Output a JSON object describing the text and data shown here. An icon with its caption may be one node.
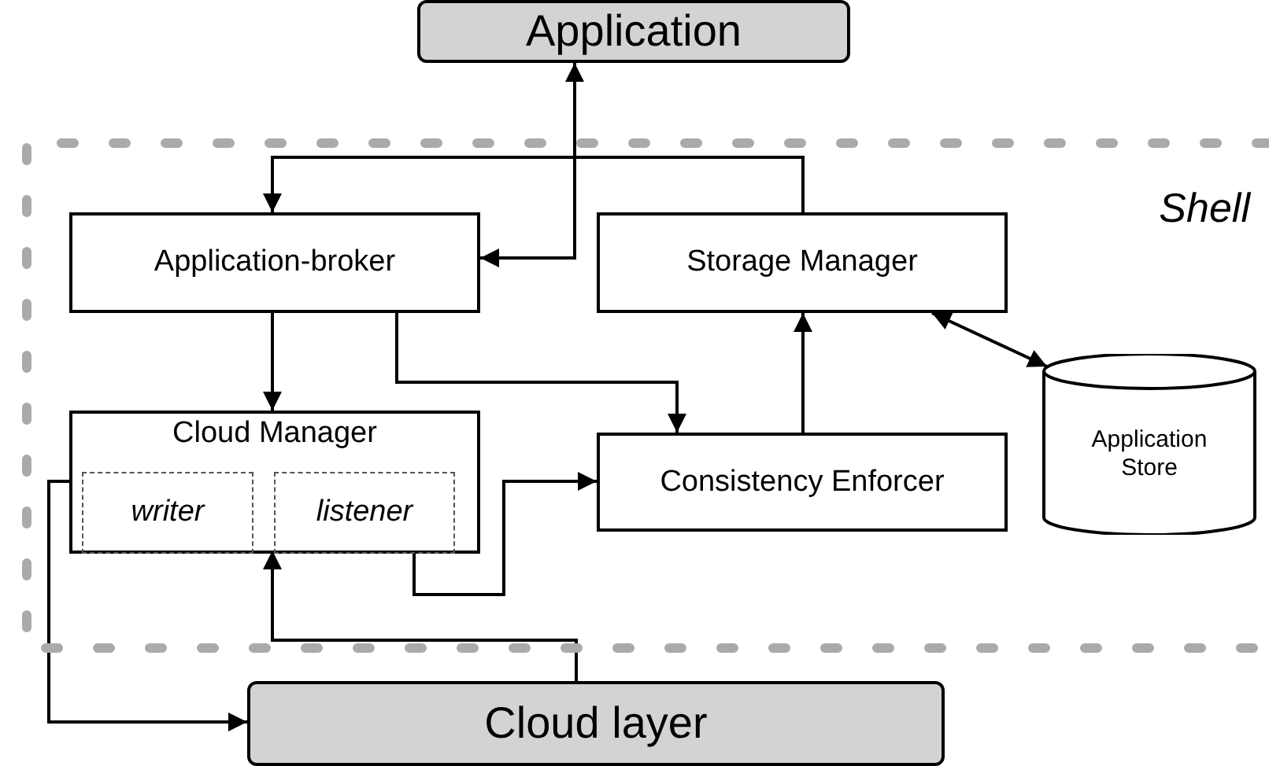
{
  "diagram": {
    "nodes": [
      {
        "text": [
          "Application"
        ]
      },
      {
        "text": [
          "Shell"
        ]
      },
      {
        "text": [
          "Application-broker"
        ],
        "in": 1
      },
      {
        "text": [
          "Storage Manager"
        ],
        "in": 1
      },
      {
        "text": [
          "Cloud Manager"
        ],
        "in": 1
      },
      {
        "text": [
          "writer"
        ],
        "in": 4
      },
      {
        "text": [
          "listener"
        ],
        "in": 4
      },
      {
        "text": [
          "Consistency Enforcer"
        ],
        "in": 1
      },
      {
        "text": [
          "Application Store"
        ],
        "in": 1
      },
      {
        "text": [
          "Cloud layer"
        ]
      }
    ],
    "edges": [
      {
        "from": 3,
        "to": 2,
        "arrow": "to"
      },
      {
        "from": 0,
        "to": 2,
        "arrow": "both"
      },
      {
        "from": 2,
        "to": 4,
        "arrow": "to"
      },
      {
        "from": 2,
        "to": 7,
        "arrow": "to"
      },
      {
        "from": 7,
        "to": 3,
        "arrow": "to"
      },
      {
        "from": 3,
        "to": 8,
        "arrow": "both"
      },
      {
        "from": 6,
        "to": 7,
        "arrow": "to"
      },
      {
        "from": 9,
        "to": 6,
        "arrow": "to"
      },
      {
        "from": 5,
        "to": 9,
        "arrow": "to"
      }
    ]
  }
}
